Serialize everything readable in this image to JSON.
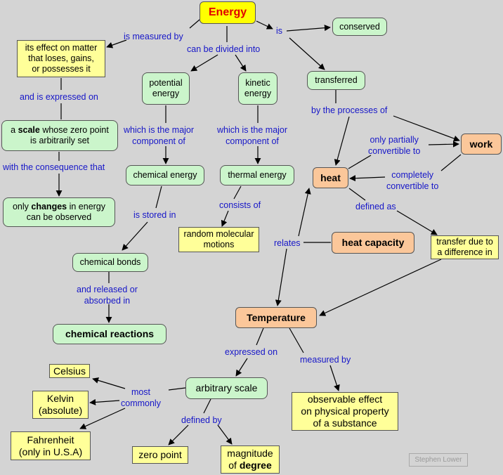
{
  "nodes": {
    "energy": "Energy",
    "effect_matter": [
      "its effect on matter",
      "that loses, gains,",
      "or possesses it"
    ],
    "scale": {
      "pre": "a ",
      "bold": "scale",
      "post": " whose zero point",
      "line2": "is arbitrarily set"
    },
    "only_changes": {
      "pre": "only ",
      "bold": "changes",
      "post": " in energy",
      "line2": "can be observed"
    },
    "potential_energy": [
      "potential",
      "energy"
    ],
    "kinetic_energy": [
      "kinetic",
      "energy"
    ],
    "conserved": "conserved",
    "transferred": "transferred",
    "work": "work",
    "heat": "heat",
    "chemical_energy": "chemical energy",
    "thermal_energy": "thermal energy",
    "random_motions": [
      "random molecular",
      "motions"
    ],
    "chemical_bonds": "chemical bonds",
    "chemical_reactions": "chemical reactions",
    "heat_capacity": "heat capacity",
    "transfer_difference": [
      "transfer due to",
      "a difference in"
    ],
    "temperature": "Temperature",
    "arbitrary_scale": "arbitrary scale",
    "celsius": "Celsius",
    "kelvin": [
      "Kelvin",
      "(absolute)"
    ],
    "fahrenheit": [
      "Fahrenheit",
      "(only in U.S.A)"
    ],
    "zero_point": "zero point",
    "magnitude": {
      "line1": "magnitude",
      "pre": "of ",
      "bold": "degree"
    },
    "observable_effect": [
      "observable effect",
      "on physical property",
      "of a substance"
    ]
  },
  "links": {
    "is_measured_by": "is measured by",
    "can_be_divided_into": "can be divided into",
    "is": "is",
    "and_is_expressed_on": "and is expressed on",
    "with_consequence": "with the consequence that",
    "major_component_1": [
      "which is the major",
      "component of"
    ],
    "major_component_2": [
      "which is the major",
      "component of"
    ],
    "by_processes_of": "by the processes of",
    "only_partially": [
      "only partially",
      "convertible to"
    ],
    "completely": [
      "completely",
      "convertible to"
    ],
    "is_stored_in": "is stored in",
    "consists_of": "consists of",
    "defined_as": "defined as",
    "relates": "relates",
    "released_absorbed": [
      "and released or",
      "absorbed in"
    ],
    "expressed_on": "expressed on",
    "measured_by": "measured by",
    "most_commonly": [
      "most",
      "commonly"
    ],
    "defined_by": "defined by"
  },
  "watermark": "Stephen Lower",
  "colors": {
    "link_text": "#1616c8",
    "title_text": "#e00000",
    "green_node": "#cbf5cb",
    "yellow_node": "#ffff99",
    "orange_node": "#fbc79a",
    "title_node": "#ffff00",
    "background": "#d4d4d4"
  }
}
